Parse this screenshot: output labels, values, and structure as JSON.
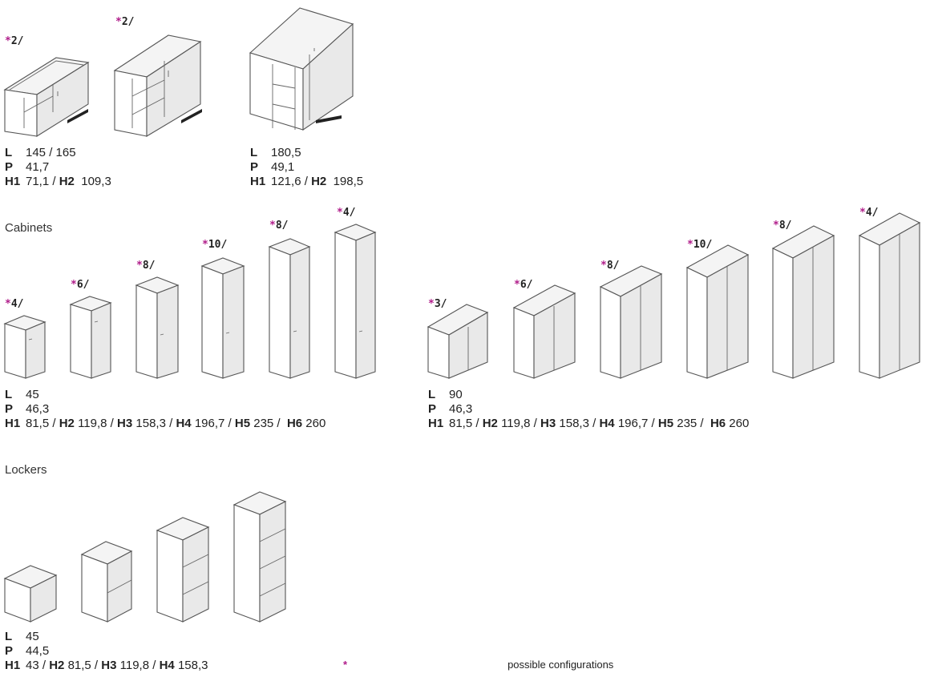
{
  "star": "*",
  "sideboards": {
    "badges": [
      "2/",
      "2/"
    ],
    "dims": {
      "l_label": "L",
      "l": "145 / 165",
      "p_label": "P",
      "p": "41,7",
      "h1_label": "H1",
      "h1": "71,1",
      "h2_label": "H2",
      "h2": "109,3"
    }
  },
  "tall_sideboard": {
    "dims": {
      "l_label": "L",
      "l": "180,5",
      "p_label": "P",
      "p": "49,1",
      "h1_label": "H1",
      "h1": "121,6",
      "h2_label": "H2",
      "h2": "198,5"
    }
  },
  "cabinets": {
    "title": "Cabinets",
    "single_badges": [
      "4/",
      "6/",
      "8/",
      "10/",
      "8/",
      "4/"
    ],
    "double_badges": [
      "3/",
      "6/",
      "8/",
      "10/",
      "8/",
      "4/"
    ],
    "single_dims": {
      "l_label": "L",
      "l": "45",
      "p_label": "P",
      "p": "46,3",
      "h1_label": "H1",
      "h1": "81,5",
      "h2_label": "H2",
      "h2": "119,8",
      "h3_label": "H3",
      "h3": "158,3",
      "h4_label": "H4",
      "h4": "196,7",
      "h5_label": "H5",
      "h5": "235",
      "h6_label": "H6",
      "h6": "260"
    },
    "double_dims": {
      "l_label": "L",
      "l": "90",
      "p_label": "P",
      "p": "46,3",
      "h1_label": "H1",
      "h1": "81,5",
      "h2_label": "H2",
      "h2": "119,8",
      "h3_label": "H3",
      "h3": "158,3",
      "h4_label": "H4",
      "h4": "196,7",
      "h5_label": "H5",
      "h5": "235",
      "h6_label": "H6",
      "h6": "260"
    }
  },
  "lockers": {
    "title": "Lockers",
    "dims": {
      "l_label": "L",
      "l": "45",
      "p_label": "P",
      "p": "44,5",
      "h1_label": "H1",
      "h1": "43",
      "h2_label": "H2",
      "h2": "81,5",
      "h3_label": "H3",
      "h3": "119,8",
      "h4_label": "H4",
      "h4": "158,3"
    }
  },
  "legend": {
    "star": "*",
    "text": "possible configurations"
  }
}
